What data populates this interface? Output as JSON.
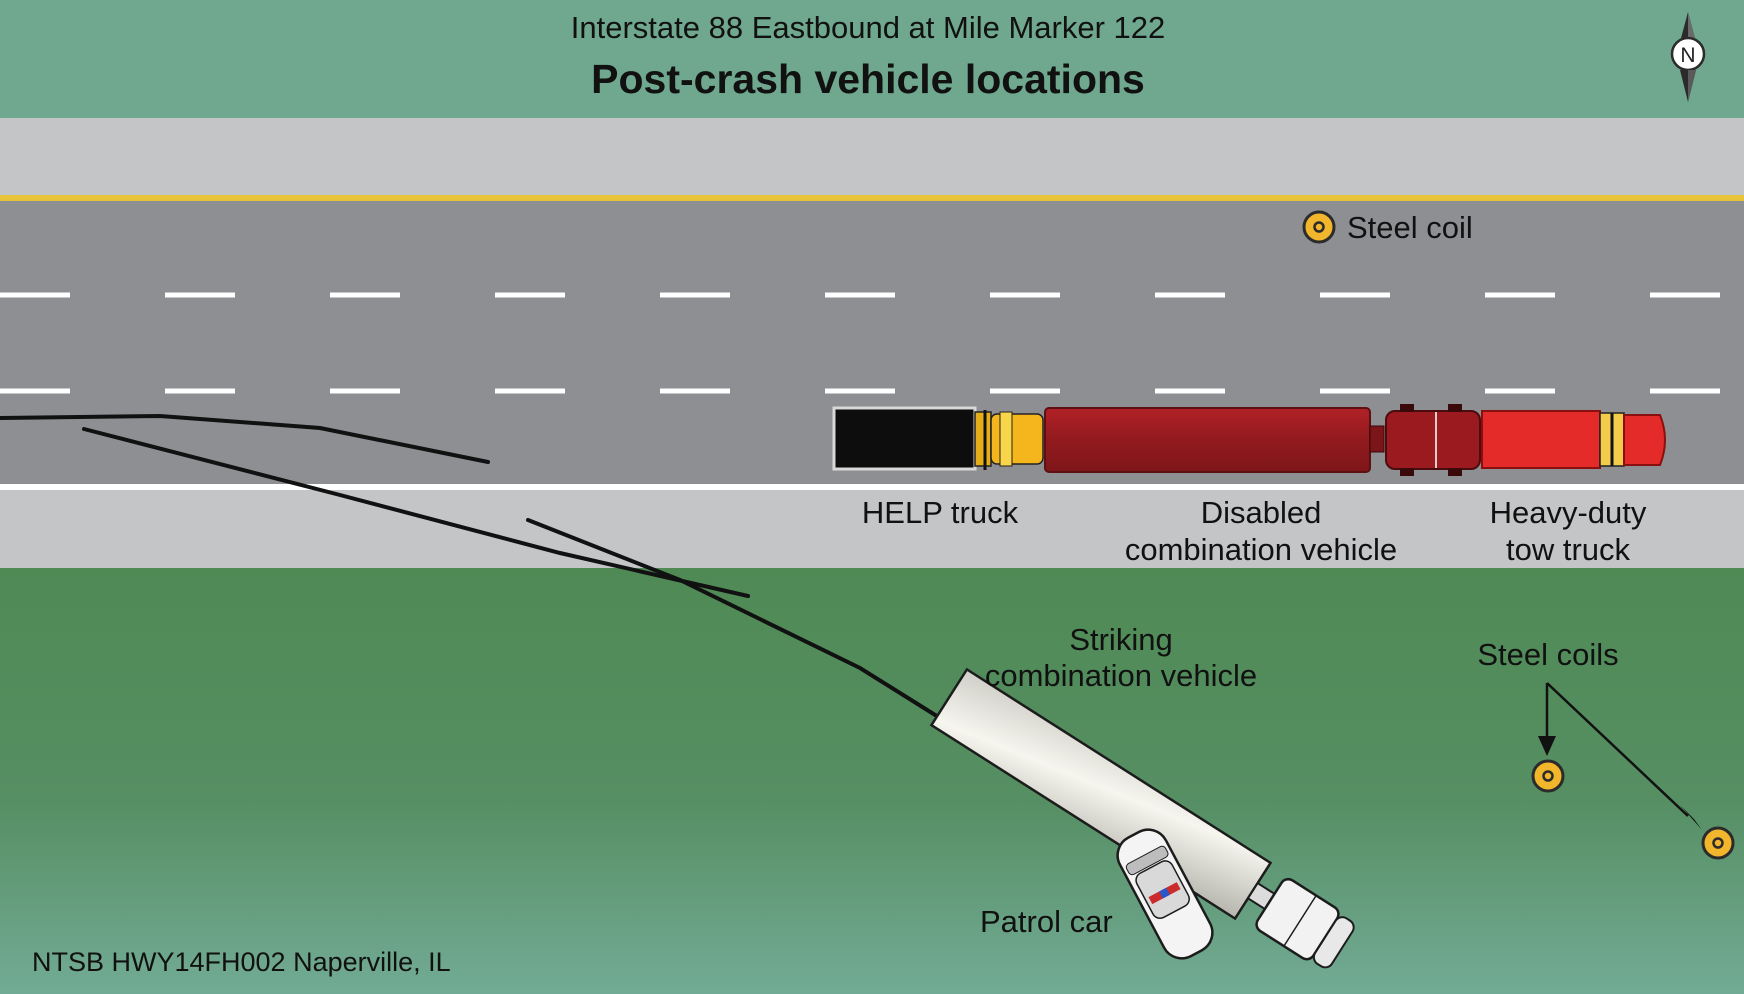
{
  "header": {
    "subtitle": "Interstate 88 Eastbound at Mile Marker 122",
    "title": "Post-crash vehicle locations"
  },
  "compass": {
    "letter": "N",
    "icon": "north-arrow-icon"
  },
  "labels": {
    "steel_coil": "Steel coil",
    "help_truck": "HELP truck",
    "disabled_line1": "Disabled",
    "disabled_line2": "combination vehicle",
    "tow_line1": "Heavy-duty",
    "tow_line2": "tow truck",
    "striking_line1": "Striking",
    "striking_line2": "combination vehicle",
    "steel_coils": "Steel coils",
    "patrol_car": "Patrol car"
  },
  "footer": {
    "credit": "NTSB HWY14FH002 Naperville, IL"
  },
  "colors": {
    "sky_green": "#6fa88f",
    "grass": "#4f8a5a",
    "shoulder": "#c4c5c7",
    "road": "#8e8f92",
    "yellow_line": "#e7c43a",
    "help_truck_box": "#0d0d0d",
    "help_truck_cab": "#f4b61c",
    "disabled_trailer": "#9b1a1f",
    "tow_truck": "#e52a2a",
    "coil": "#f2b62d"
  }
}
